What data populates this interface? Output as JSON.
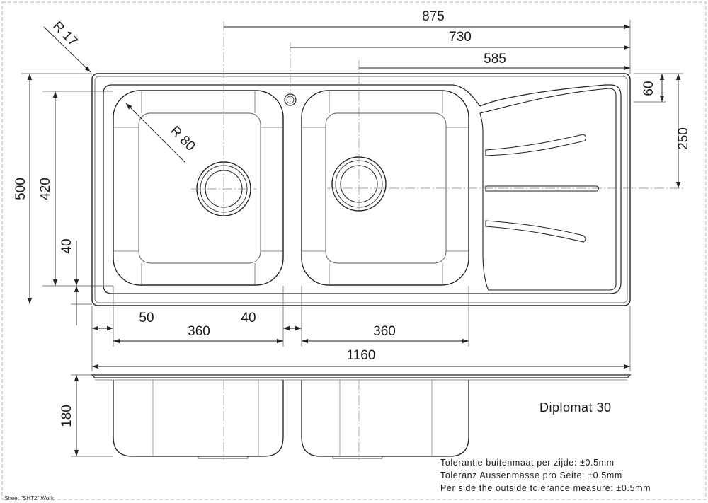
{
  "drawing": {
    "product_name": "Diplomat 30",
    "footer": "Sheet \"SHT2\" Work",
    "tolerance_notes": [
      "Tolerantie buitenmaat per zijde:  ±0.5mm",
      "Toleranz Aussenmasse pro Seite:  ±0.5mm",
      "Per side the outside tolerance measure:  ±0.5mm"
    ],
    "dimensions": {
      "top_875": "875",
      "top_730": "730",
      "top_585": "585",
      "right_60": "60",
      "right_250": "250",
      "left_500": "500",
      "left_420": "420",
      "left_40": "40",
      "bottom_50": "50",
      "bottom_360_left": "360",
      "bottom_40": "40",
      "bottom_360_right": "360",
      "bottom_1160": "1160",
      "height_180": "180",
      "radius_17": "R 17",
      "radius_80": "R 80"
    },
    "colors": {
      "line": "#222222",
      "thin": "#555555",
      "dash": "#888888"
    }
  }
}
